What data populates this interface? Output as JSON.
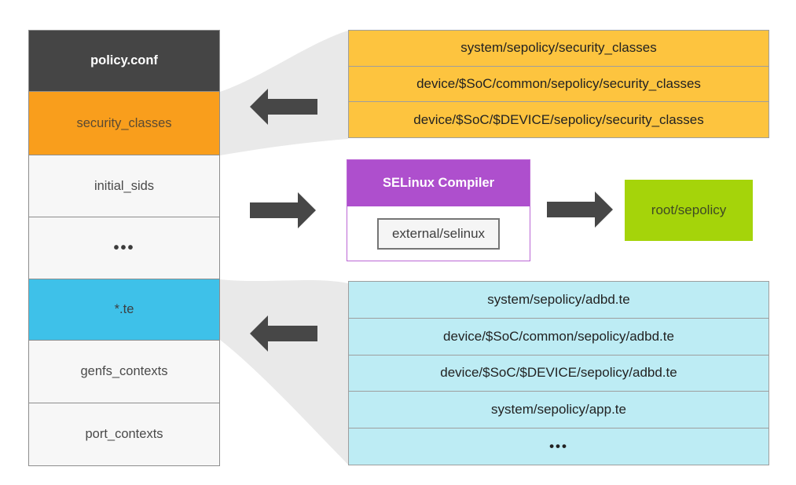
{
  "colors": {
    "stack_header_dark": "#454545",
    "security_classes_orange": "#F99E1C",
    "sources_yellow": "#FDC43F",
    "te_blue": "#3EC1E9",
    "te_sources_cyan": "#BDECF4",
    "compiler_purple": "#AE4FCD",
    "output_green": "#A5D40A",
    "funnel_gray": "#E9E9E9",
    "arrow_dark": "#474747"
  },
  "policy_stack": {
    "title": "policy.conf",
    "rows": [
      {
        "label": "security_classes"
      },
      {
        "label": "initial_sids"
      },
      {
        "label": "•••"
      },
      {
        "label": "*.te"
      },
      {
        "label": "genfs_contexts"
      },
      {
        "label": "port_contexts"
      }
    ]
  },
  "security_class_sources": {
    "rows": [
      {
        "label": "system/sepolicy/security_classes"
      },
      {
        "label": "device/$SoC/common/sepolicy/security_classes"
      },
      {
        "label": "device/$SoC/$DEVICE/sepolicy/security_classes"
      }
    ]
  },
  "compiler": {
    "title": "SELinux Compiler",
    "source": "external/selinux"
  },
  "output": {
    "label": "root/sepolicy"
  },
  "te_sources": {
    "rows": [
      {
        "label": "system/sepolicy/adbd.te"
      },
      {
        "label": "device/$SoC/common/sepolicy/adbd.te"
      },
      {
        "label": "device/$SoC/$DEVICE/sepolicy/adbd.te"
      },
      {
        "label": "system/sepolicy/app.te"
      },
      {
        "label": "•••"
      }
    ]
  }
}
